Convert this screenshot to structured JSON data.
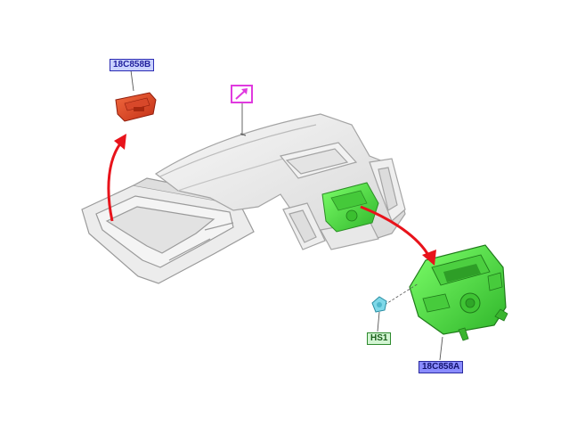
{
  "diagram": {
    "callouts": {
      "part_b": "18C858B",
      "screw": "HS1",
      "part_a": "18C858A"
    },
    "icons": {
      "reference": "view-reference-icon",
      "removal_arrow": "red-arrow-icon"
    },
    "colors": {
      "highlight_part": "#55e24a",
      "removed_part": "#e0482a",
      "arrow": "#e8131b",
      "reference_frame": "#e03adf",
      "screw": "#7fd8e8"
    }
  }
}
